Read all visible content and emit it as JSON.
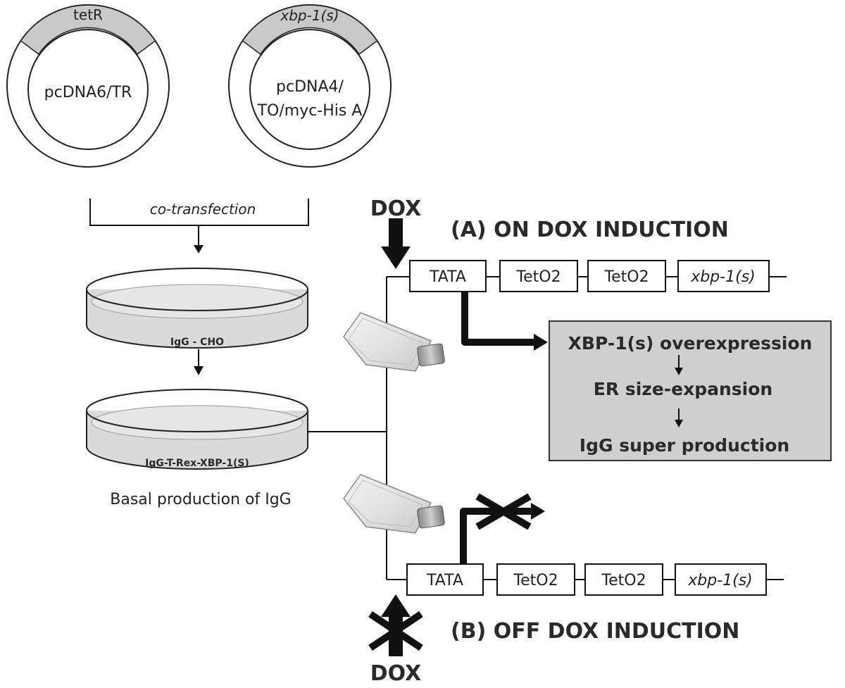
{
  "plasmids": {
    "left": {
      "gene": "tetR",
      "name": "pcDNA6/TR"
    },
    "right": {
      "gene": "xbp-1(s)",
      "name_line1": "pcDNA4/",
      "name_line2": "TO/myc-His A"
    }
  },
  "process": {
    "cotransfection": "co-transfection",
    "dish1_label": "IgG - CHO",
    "dish2_label": "IgG-T-Rex-XBP-1(S)",
    "basal": "Basal production of IgG"
  },
  "on_induction": {
    "dox": "DOX",
    "title": "(A) ON DOX INDUCTION",
    "elements": [
      "TATA",
      "TetO2",
      "TetO2",
      "xbp-1(s)"
    ]
  },
  "result_box": {
    "line1": "XBP-1(s) overexpression",
    "line2": "ER size-expansion",
    "line3": "IgG super production"
  },
  "off_induction": {
    "dox": "DOX",
    "title": "(B) OFF DOX INDUCTION",
    "elements": [
      "TATA",
      "TetO2",
      "TetO2",
      "xbp-1(s)"
    ]
  },
  "colors": {
    "plasmid_gene_fill": "#c9c9c9",
    "result_box_fill": "#cfcfcf",
    "dish_fill": "#dadada"
  }
}
